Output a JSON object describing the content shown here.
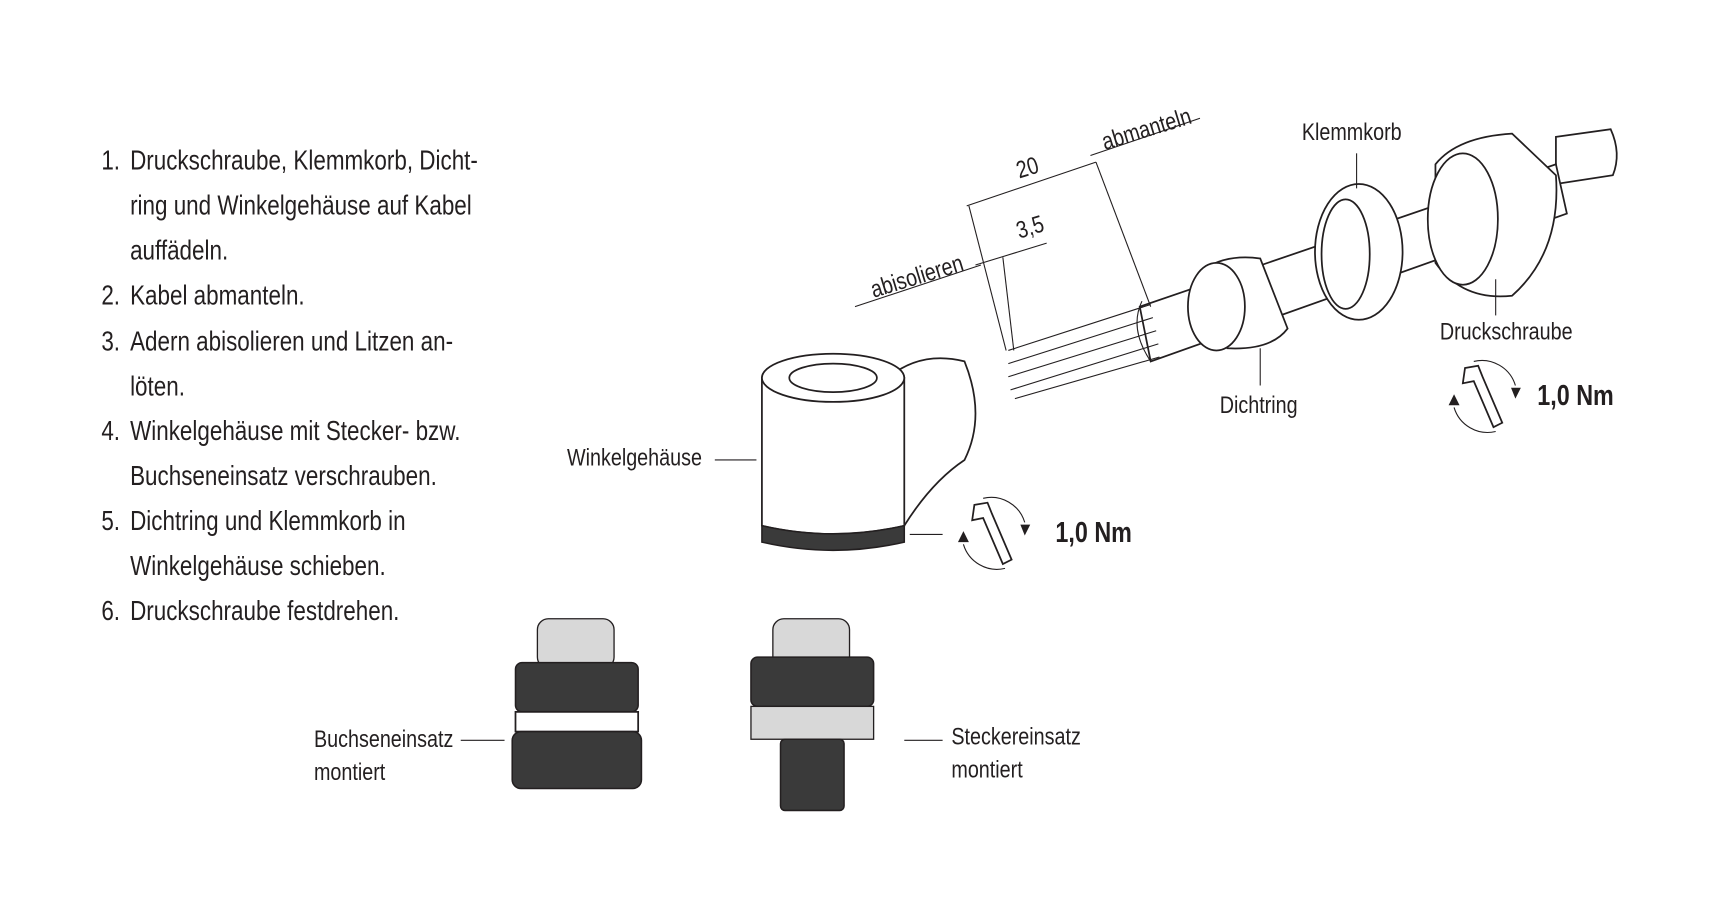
{
  "steps": [
    {
      "num": "1.",
      "lines": [
        "Druckschraube, Klemmkorb, Dicht-",
        "ring und Winkelgehäuse auf Kabel",
        "auffädeln."
      ]
    },
    {
      "num": "2.",
      "lines": [
        "Kabel abmanteln."
      ]
    },
    {
      "num": "3.",
      "lines": [
        "Adern abisolieren und Litzen an-",
        "löten."
      ]
    },
    {
      "num": "4.",
      "lines": [
        "Winkelgehäuse mit Stecker- bzw.",
        "Buchseneinsatz verschrauben."
      ]
    },
    {
      "num": "5.",
      "lines": [
        "Dichtring und Klemmkorb in",
        "Winkelgehäuse schieben."
      ]
    },
    {
      "num": "6.",
      "lines": [
        "Druckschraube festdrehen."
      ]
    }
  ],
  "labels": {
    "winkelgehaeuse": "Winkelgehäuse",
    "abisolieren": "abisolieren",
    "dim_20": "20",
    "dim_3_5": "3,5",
    "abmanteln": "abmanteln",
    "klemmkorb": "Klemmkorb",
    "druckschraube": "Druckschraube",
    "dichtring": "Dichtring",
    "buchseneinsatz": [
      "Buchseneinsatz",
      "montiert"
    ],
    "steckereinsatz": [
      "Steckereinsatz",
      "montiert"
    ]
  },
  "torque": {
    "housing": "1,0 Nm",
    "pressure_screw": "1,0 Nm"
  },
  "icons": [
    "wrench-rotate-icon",
    "wrench-rotate-icon"
  ],
  "colors": {
    "ink": "#231f20",
    "fill_dark": "#3a3a3a"
  }
}
